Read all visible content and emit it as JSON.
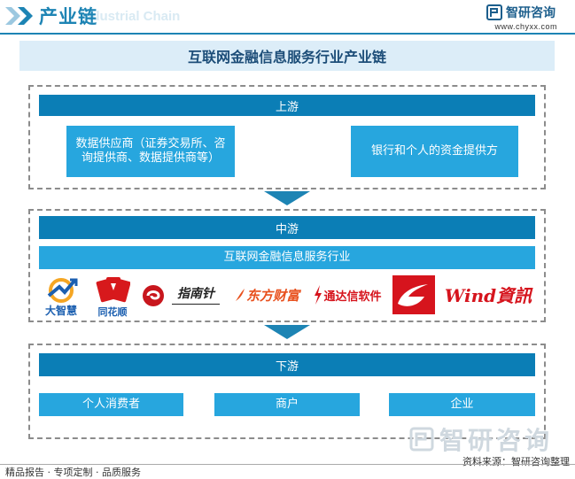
{
  "header": {
    "title": "产业链",
    "watermark": "Industrial Chain",
    "brand_name": "智研咨询",
    "brand_url": "www.chyxx.com"
  },
  "main_title": "互联网金融信息服务行业产业链",
  "upstream": {
    "label": "上游",
    "boxes": [
      "数据供应商（证券交易所、咨询提供商、数据提供商等）",
      "银行和个人的资金提供方"
    ]
  },
  "midstream": {
    "label": "中游",
    "industry": "互联网金融信息服务行业",
    "logos": [
      {
        "name": "大智慧",
        "color": "#1b5fb0"
      },
      {
        "name": "同花顺",
        "color": "#d7191c"
      },
      {
        "name": "compass-logo",
        "color": "#c8161d"
      },
      {
        "name": "指南针",
        "color": "#222222"
      },
      {
        "name": "东方财富",
        "color": "#e8501d"
      },
      {
        "name": "通达信软件",
        "color": "#d6141d"
      },
      {
        "name": "wind-e-logo",
        "color": "#d6141d"
      },
      {
        "name": "Wind資訊",
        "color": "#d6141d"
      }
    ]
  },
  "downstream": {
    "label": "下游",
    "boxes": [
      "个人消费者",
      "商户",
      "企业"
    ]
  },
  "watermark_text": "智研咨询",
  "source": "资料来源：智研咨询整理",
  "footer": "精品报告 · 专项定制 · 品质服务"
}
